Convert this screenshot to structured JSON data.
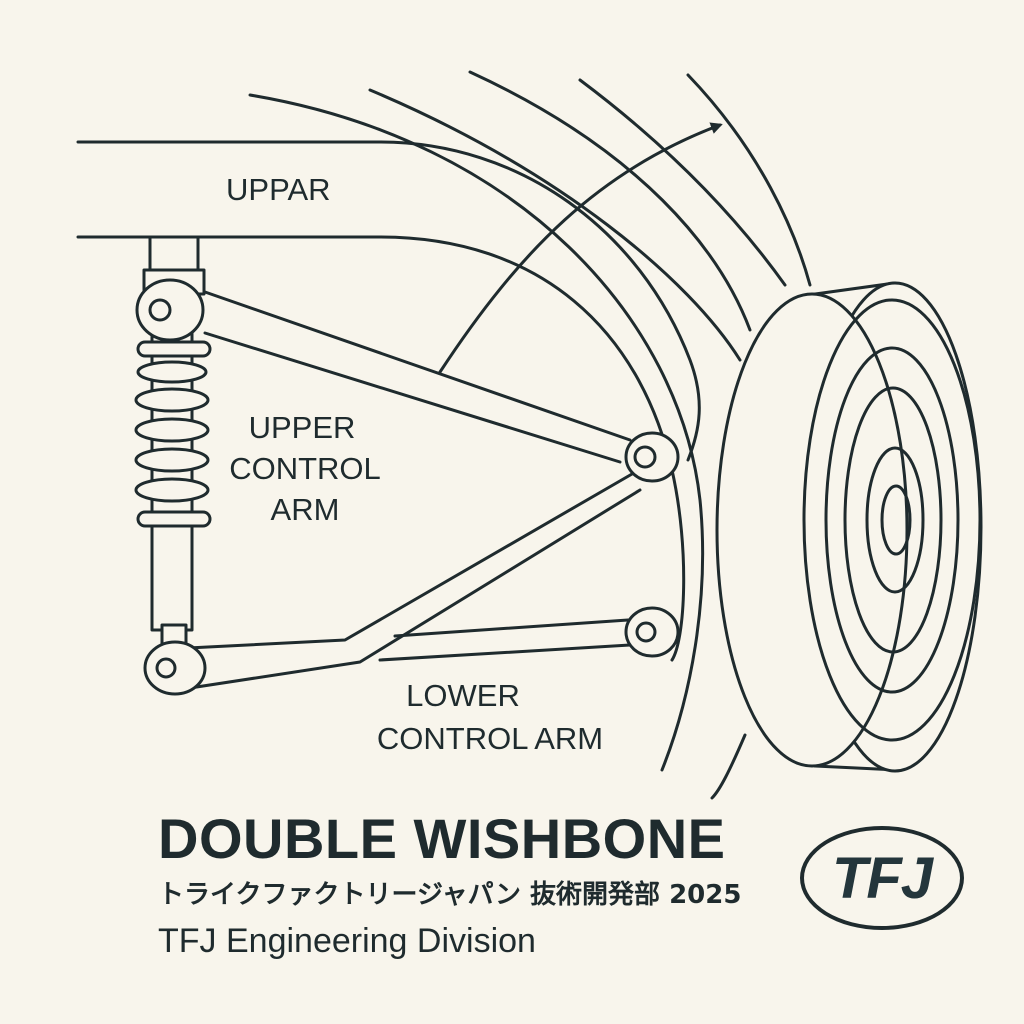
{
  "labels": {
    "top": "UPPAR",
    "upper_arm": [
      "UPPER",
      "CONTROL",
      "ARM"
    ],
    "lower_arm": [
      "LOWER",
      "CONTROL ARM"
    ]
  },
  "footer": {
    "title": "DOUBLE WISHBONE",
    "japanese": "トライクファクトリージャパン 抜術開発部 2025",
    "english": "TFJ Engineering Division"
  },
  "logo": {
    "text": "TFJ"
  },
  "colors": {
    "background": "#f8f5ec",
    "ink": "#1f2b2e"
  }
}
